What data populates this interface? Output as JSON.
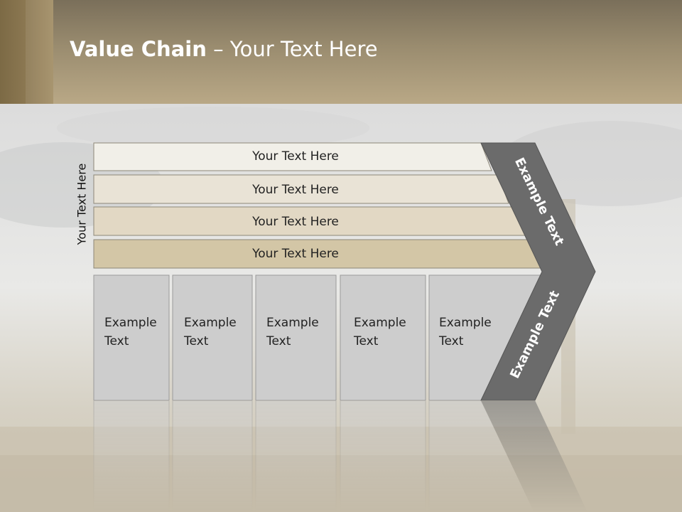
{
  "title": {
    "bold": "Value Chain",
    "rest": " – Your Text Here"
  },
  "side_label": "Your Text Here",
  "bars": [
    {
      "label": "Your Text Here"
    },
    {
      "label": "Your Text Here"
    },
    {
      "label": "Your Text Here"
    },
    {
      "label": "Your Text Here"
    }
  ],
  "boxes": [
    {
      "line1": "Example",
      "line2": "Text"
    },
    {
      "line1": "Example",
      "line2": "Text"
    },
    {
      "line1": "Example",
      "line2": "Text"
    },
    {
      "line1": "Example",
      "line2": "Text"
    },
    {
      "line1": "Example",
      "line2": "Text"
    }
  ],
  "chevron": {
    "upper": "Example Text",
    "lower": "Example Text"
  },
  "colors": {
    "bar_fills": [
      "#f1efe8",
      "#e9e3d6",
      "#e2d8c4",
      "#d3c6a6"
    ],
    "box_fill": "#cdcdcd",
    "chevron_fill": "#6b6b6b"
  }
}
